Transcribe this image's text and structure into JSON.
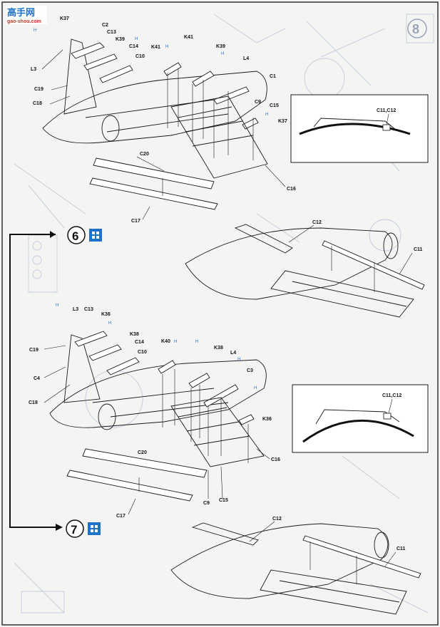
{
  "watermark": {
    "title": "高手网",
    "url": "gao-shou.com"
  },
  "page_number": "8",
  "steps": [
    {
      "number": "6"
    },
    {
      "number": "7"
    }
  ],
  "detail_labels": [
    "C11,C12",
    "C11,C12"
  ],
  "labels_top": {
    "K37": "K37",
    "H50": "H",
    "C2": "C2",
    "C13": "C13",
    "K39": "K39",
    "C14": "C14",
    "C10": "C10",
    "K41a": "K41",
    "K41b": "K41",
    "K39b": "K39",
    "L4": "L4",
    "C1": "C1",
    "C9": "C9",
    "C15": "C15",
    "K37b": "K37",
    "L3": "L3",
    "C19": "C19",
    "C18": "C18",
    "C20": "C20",
    "C16": "C16",
    "C17": "C17",
    "C12": "C12",
    "C11": "C11"
  },
  "labels_bottom": {
    "L3": "L3",
    "C13": "C13",
    "K36": "K36",
    "K38": "K38",
    "C14": "C14",
    "C10": "C10",
    "C19": "C19",
    "C4": "C4",
    "C18": "C18",
    "K40": "K40",
    "K38b": "K38",
    "L4": "L4",
    "C3": "C3",
    "K36b": "K36",
    "C16": "C16",
    "C20": "C20",
    "C9": "C9",
    "C15": "C15",
    "C17": "C17",
    "C12": "C12",
    "C11": "C11"
  },
  "h_codes": [
    "H",
    "H",
    "H",
    "H",
    "H",
    "H",
    "H",
    "H",
    "H",
    "H",
    "H",
    "H"
  ],
  "colors": {
    "ink": "#1a1a1a",
    "ghost": "#c5cfe0",
    "h_blue": "#2a6fc9",
    "brand": "#1e73c8"
  },
  "icons": [
    "step-marker-icon",
    "sub-assembly-icon",
    "flow-arrow-icon"
  ]
}
